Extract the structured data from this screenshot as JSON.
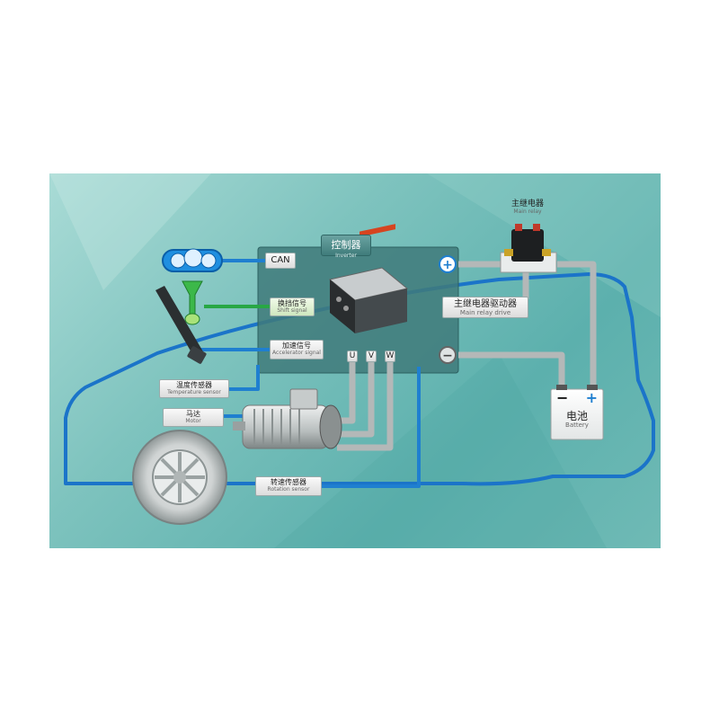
{
  "labels": {
    "can": "CAN",
    "controller_zh": "控制器",
    "controller_en": "Inverter",
    "main_relay_zh": "主继电器",
    "main_relay_en": "Main relay",
    "shift_zh": "换挡信号",
    "shift_en": "Shift signal",
    "relay_drive_zh": "主继电器驱动器",
    "relay_drive_en": "Main relay drive",
    "accel_zh": "加速信号",
    "accel_en": "Accelerator signal",
    "phase_u": "U",
    "phase_v": "V",
    "phase_w": "W",
    "temp_zh": "温度传感器",
    "temp_en": "Temperature sensor",
    "motor_zh": "马达",
    "motor_en": "Motor",
    "battery_zh": "电池",
    "battery_en": "Battery",
    "battery_minus": "−",
    "battery_plus": "+",
    "rotation_zh": "转速传感器",
    "rotation_en": "Rotation sensor",
    "plus_terminal": "+",
    "minus_terminal": "−"
  },
  "colors": {
    "background": "#6fbab5",
    "wire_signal": "#1f7fd0",
    "wire_shift": "#28a745",
    "wire_power": "#b4b8b8",
    "car_outline": "#1b74c9",
    "controller_panel": "#3f7a7a"
  },
  "icons": [
    "dashboard-icon",
    "shift-lever-icon",
    "pedal-icon",
    "inverter-icon",
    "relay-icon",
    "motor-icon",
    "wheel-icon",
    "battery-icon"
  ]
}
